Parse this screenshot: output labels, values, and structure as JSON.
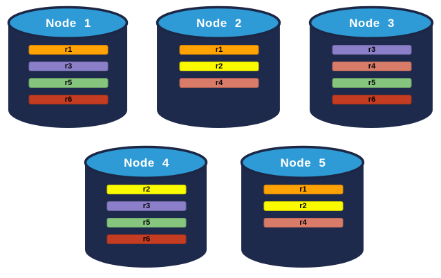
{
  "colors": {
    "canvas_background": "#ffffff",
    "cylinder_body": "#1E2A4B",
    "cylinder_top": "#2F9BD6",
    "cylinder_outline": "#1C2746",
    "title_text": "#ffffff",
    "replica_label_text": "#000000",
    "replica_palette": {
      "r1": "#FFA204",
      "r2": "#FBFB00",
      "r3": "#8C7FC9",
      "r4": "#D97B69",
      "r5": "#86C57E",
      "r6": "#C43C22"
    }
  },
  "nodes": [
    {
      "title": "Node 1",
      "replicas": [
        {
          "label": "r1",
          "color": "#FFA204"
        },
        {
          "label": "r3",
          "color": "#8C7FC9"
        },
        {
          "label": "r5",
          "color": "#86C57E"
        },
        {
          "label": "r6",
          "color": "#C43C22"
        }
      ]
    },
    {
      "title": "Node 2",
      "replicas": [
        {
          "label": "r1",
          "color": "#FFA204"
        },
        {
          "label": "r2",
          "color": "#FBFB00"
        },
        {
          "label": "r4",
          "color": "#D97B69"
        }
      ]
    },
    {
      "title": "Node 3",
      "replicas": [
        {
          "label": "r3",
          "color": "#8C7FC9"
        },
        {
          "label": "r4",
          "color": "#D97B69"
        },
        {
          "label": "r5",
          "color": "#86C57E"
        },
        {
          "label": "r6",
          "color": "#C43C22"
        }
      ]
    },
    {
      "title": "Node 4",
      "replicas": [
        {
          "label": "r2",
          "color": "#FBFB00"
        },
        {
          "label": "r3",
          "color": "#8C7FC9"
        },
        {
          "label": "r5",
          "color": "#86C57E"
        },
        {
          "label": "r6",
          "color": "#C43C22"
        }
      ]
    },
    {
      "title": "Node 5",
      "replicas": [
        {
          "label": "r1",
          "color": "#FFA204"
        },
        {
          "label": "r2",
          "color": "#FBFB00"
        },
        {
          "label": "r4",
          "color": "#D97B69"
        }
      ]
    }
  ]
}
